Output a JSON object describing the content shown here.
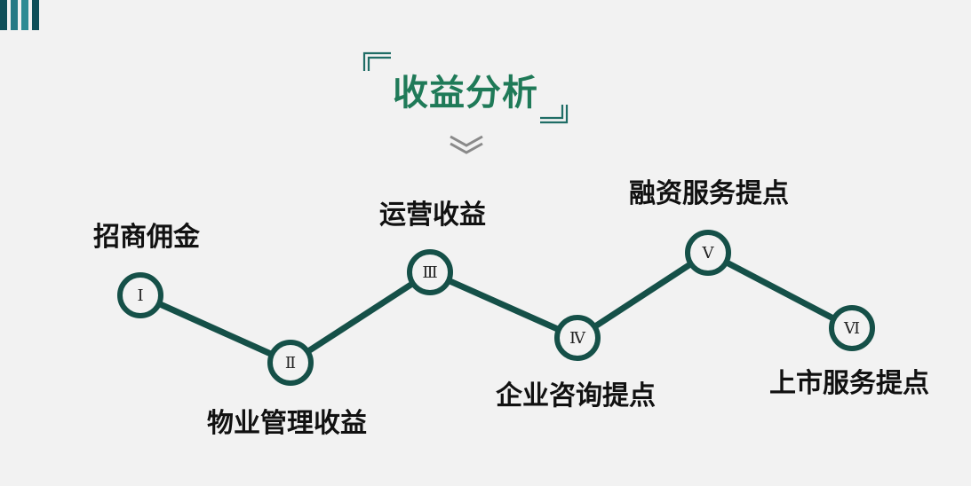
{
  "header": {
    "title": "收益分析"
  },
  "colors": {
    "accent": "#155048",
    "title": "#1f7a58",
    "frame": "#1f6d66",
    "chevron": "#8a8a8a",
    "stripe_dark": "#0f4f59",
    "stripe_mid": "#257a85",
    "stripe_light": "#2d8b93"
  },
  "icons": {
    "top_decoration": "stripe-bars-icon",
    "title_frame": "corner-frame-icon",
    "separator": "double-chevron-down-icon"
  },
  "timeline": {
    "steps": [
      {
        "numeral": "Ⅰ",
        "label": "招商佣金"
      },
      {
        "numeral": "Ⅱ",
        "label": "物业管理收益"
      },
      {
        "numeral": "Ⅲ",
        "label": "运营收益"
      },
      {
        "numeral": "Ⅳ",
        "label": "企业咨询提点"
      },
      {
        "numeral": "Ⅴ",
        "label": "融资服务提点"
      },
      {
        "numeral": "Ⅵ",
        "label": "上市服务提点"
      }
    ]
  }
}
